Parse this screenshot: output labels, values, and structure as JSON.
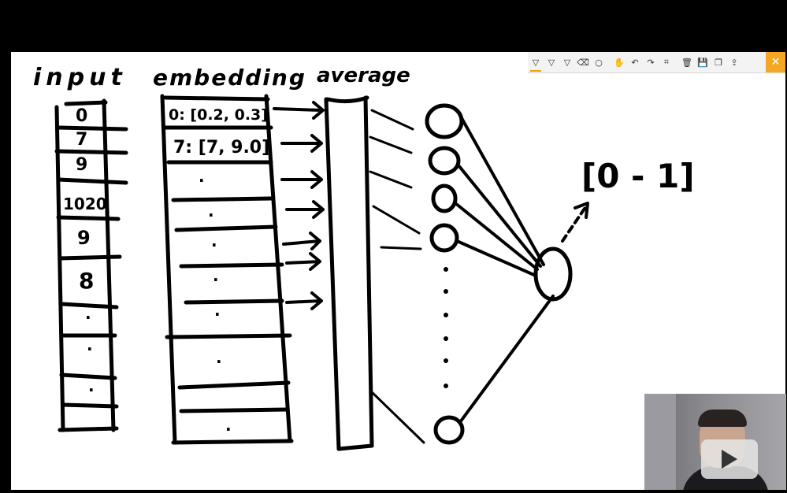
{
  "toolbar": {
    "tools": [
      {
        "name": "ballpoint-pen",
        "glyph": "▽",
        "active": true
      },
      {
        "name": "pencil",
        "glyph": "▽",
        "active": false
      },
      {
        "name": "highlighter",
        "glyph": "▽",
        "active": false
      },
      {
        "name": "eraser",
        "glyph": "⌫",
        "active": false
      },
      {
        "name": "shape",
        "glyph": "○",
        "active": false
      },
      {
        "name": "touch-writing",
        "glyph": "✋",
        "active": false
      },
      {
        "name": "undo",
        "glyph": "↶",
        "active": false
      },
      {
        "name": "redo",
        "glyph": "↷",
        "active": false
      },
      {
        "name": "crop",
        "glyph": "⌗",
        "active": false
      },
      {
        "name": "delete",
        "glyph": "🗑",
        "active": false
      },
      {
        "name": "save",
        "glyph": "💾",
        "active": false
      },
      {
        "name": "copy",
        "glyph": "❐",
        "active": false
      },
      {
        "name": "share",
        "glyph": "⇪",
        "active": false
      }
    ],
    "close_glyph": "✕",
    "accent": "#f5a623"
  },
  "drawing": {
    "label_input": "input",
    "label_embedding": "embedding",
    "label_average": "average",
    "input_values": [
      "0",
      "7",
      "9",
      "1020",
      "9",
      "8",
      "·",
      "·",
      "·"
    ],
    "embedding_rows": [
      "0: [0.2, 0.3]",
      "7: [7, 9.0]",
      "·",
      "·",
      "·",
      "·",
      "·",
      "·",
      "·"
    ],
    "output_label": "[0 - 1]"
  },
  "webcam": {
    "play_icon": "play"
  }
}
